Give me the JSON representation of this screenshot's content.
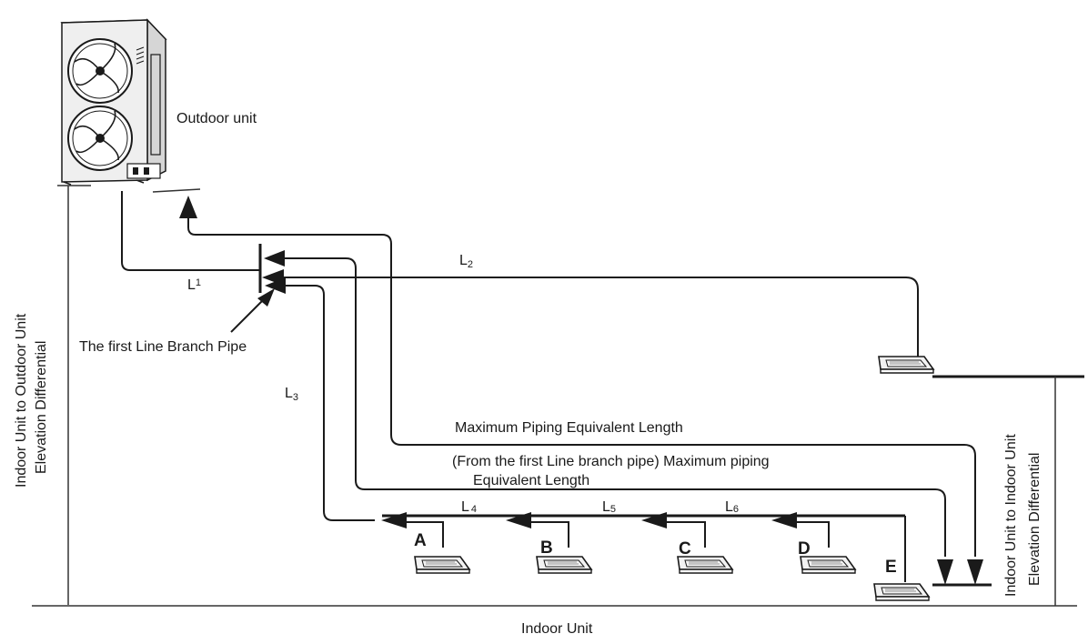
{
  "labels": {
    "outdoor_unit": "Outdoor unit",
    "first_branch": "The first Line Branch Pipe",
    "max_length": "Maximum Piping Equivalent Length",
    "max_from_first_line1": "(From the first Line branch pipe) Maximum piping",
    "max_from_first_line2": "Equivalent Length",
    "indoor_unit": "Indoor Unit",
    "elev_outdoor_line1": "Indoor Unit to Outdoor Unit",
    "elev_outdoor_line2": "Elevation Differential",
    "elev_indoor_line1": "Indoor Unit to Indoor Unit",
    "elev_indoor_line2": "Elevation Differential"
  },
  "pipes": {
    "L1": {
      "letter": "L",
      "sub": "1"
    },
    "L2": {
      "letter": "L",
      "sub": "2"
    },
    "L3": {
      "letter": "L",
      "sub": "3"
    },
    "L4": {
      "letter": "L",
      "sub": "4"
    },
    "L5": {
      "letter": "L",
      "sub": "5"
    },
    "L6": {
      "letter": "L",
      "sub": "6"
    }
  },
  "units": [
    "A",
    "B",
    "C",
    "D",
    "E"
  ]
}
